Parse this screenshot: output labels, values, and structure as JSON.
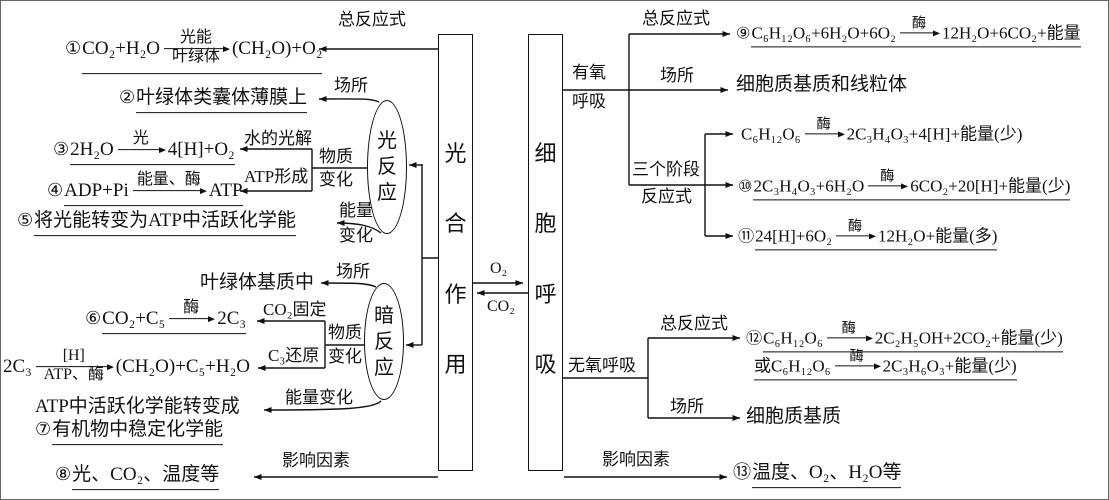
{
  "canvas": {
    "bg": "#ffffff",
    "ink": "#111111"
  },
  "photosynthesis": {
    "column_chars": [
      "光",
      "合",
      "作",
      "用"
    ],
    "overall_label": "总反应式",
    "eq1": {
      "num": "①",
      "lhs": "CO₂+H₂O",
      "above": "光能",
      "below": "叶绿体",
      "rhs": "(CH₂O)+O₂"
    },
    "site_label": "场所",
    "eq2": {
      "num": "②",
      "text": "叶绿体类囊体薄膜上"
    },
    "light": {
      "chars": [
        "光",
        "反",
        "应"
      ],
      "photolysis_label": "水的光解",
      "eq3": {
        "num": "③",
        "lhs": "2H₂O",
        "above": "光",
        "rhs": "4[H]+O₂"
      },
      "atp_label": "ATP形成",
      "eq4": {
        "num": "④",
        "lhs": "ADP+Pi",
        "above": "能量、酶",
        "rhs": "ATP"
      },
      "matter_top": "物质",
      "matter_bottom": "变化",
      "energy_top": "能量",
      "energy_bottom": "变化",
      "eq5": {
        "num": "⑤",
        "text": "将光能转变为ATP中活跃化学能"
      }
    },
    "dark": {
      "chars": [
        "暗",
        "反",
        "应"
      ],
      "site_label": "场所",
      "site_text": "叶绿体基质中",
      "fixation_label": "CO₂固定",
      "eq6": {
        "num": "⑥",
        "lhs": "CO₂+C₅",
        "above": "酶",
        "rhs": "2C₃"
      },
      "reduction_label": "C₃还原",
      "eqc3": {
        "lhs": "2C₃",
        "above": "[H]",
        "below": "ATP、酶",
        "rhs": "(CH₂O)+C₅+H₂O"
      },
      "matter_top": "物质",
      "matter_bottom": "变化",
      "energy_label": "能量变化",
      "energy_text": "ATP中活跃化学能转变成",
      "eq7": {
        "num": "⑦",
        "text": "有机物中稳定化学能"
      }
    },
    "factors_label": "影响因素",
    "eq8": {
      "num": "⑧",
      "text": "光、CO₂、温度等"
    }
  },
  "exchange": {
    "o2": "O₂",
    "co2": "CO₂"
  },
  "respiration": {
    "column_chars": [
      "细",
      "胞",
      "呼",
      "吸"
    ],
    "aerobic": {
      "label_top": "有氧",
      "label_bottom": "呼吸",
      "overall_label": "总反应式",
      "eq9": {
        "num": "⑨",
        "lhs": "C₆H₁₂O₆+6H₂O+6O₂",
        "above": "酶",
        "rhs": "12H₂O+6CO₂+能量"
      },
      "site_label": "场所",
      "site_text": "细胞质基质和线粒体",
      "stages_top": "三个阶段",
      "stages_bottom": "反应式",
      "eqs1": {
        "lhs": "C₆H₁₂O₆",
        "above": "酶",
        "rhs": "2C₃H₄O₃+4[H]+能量(少)"
      },
      "eq10": {
        "num": "⑩",
        "lhs": "2C₃H₄O₃+6H₂O",
        "above": "酶",
        "rhs": "6CO₂+20[H]+能量(少)"
      },
      "eq11": {
        "num": "⑪",
        "lhs": "24[H]+6O₂",
        "above": "酶",
        "rhs": "12H₂O+能量(多)"
      }
    },
    "anaerobic": {
      "label": "无氧呼吸",
      "overall_label": "总反应式",
      "eq12": {
        "num": "⑫",
        "lhs": "C₆H₁₂O₆",
        "above": "酶",
        "rhs": "2C₂H₅OH+2CO₂+能量(少)"
      },
      "eq12b": {
        "lhs": "或C₆H₁₂O₆",
        "above": "酶",
        "rhs": "2C₃H₆O₃+能量(少)"
      },
      "site_label": "场所",
      "site_text": "细胞质基质"
    },
    "factors_label": "影响因素",
    "eq13": {
      "num": "⑬",
      "text": "温度、O₂、H₂O等"
    }
  }
}
